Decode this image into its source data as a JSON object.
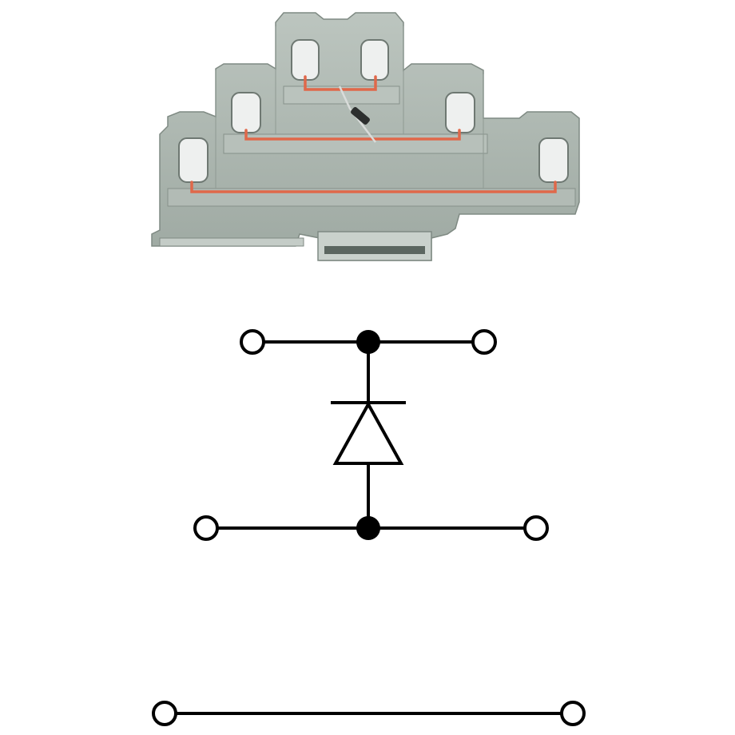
{
  "product": {
    "icon": "terminal-block-icon",
    "body_color": "#a9b3ad",
    "body_shadow": "#8d9891",
    "body_highlight": "#c3ccc6",
    "conductor_color": "#e0684a",
    "clamp_color": "#f2f2f2"
  },
  "schematic": {
    "line_color": "#000000",
    "terminal_fill": "#ffffff",
    "junction_fill": "#000000",
    "levels": [
      {
        "name": "level-top",
        "terminals": 2,
        "has_junction": true
      },
      {
        "name": "level-middle",
        "terminals": 2,
        "has_junction": true
      },
      {
        "name": "level-bottom",
        "terminals": 2,
        "has_junction": false
      }
    ],
    "component": {
      "type": "diode",
      "icon": "diode-symbol-icon"
    }
  }
}
